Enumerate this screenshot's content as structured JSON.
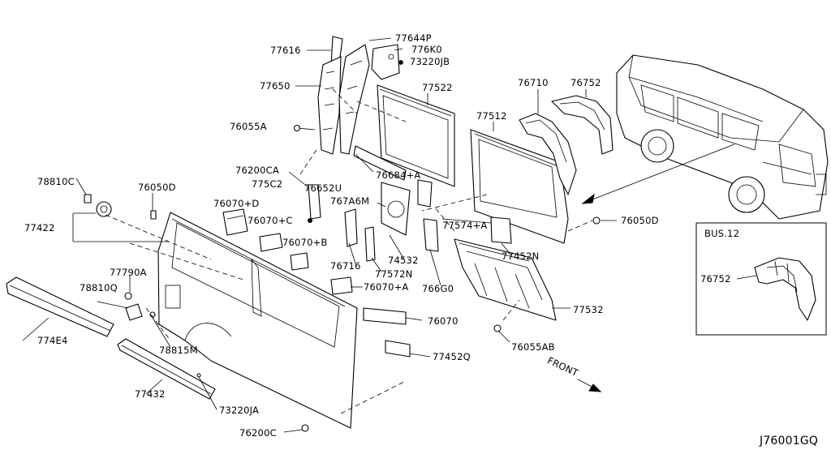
{
  "drawing_code": "J76001GQ",
  "inset_title": "BUS.12",
  "front_label": "FRONT",
  "labels": {
    "p77616": "77616",
    "p77644P": "77644P",
    "p776K0": "776K0",
    "p73220JB": "73220JB",
    "p77650": "77650",
    "p77522": "77522",
    "p76710": "76710",
    "p76752a": "76752",
    "p77512": "77512",
    "p76055A": "76055A",
    "p78810C": "78810C",
    "p76200CA": "76200CA",
    "p76684A": "76684+A",
    "p775C2": "775C2",
    "p76652U": "76652U",
    "p76050D_left": "76050D",
    "p767A6M": "767A6M",
    "p76070D": "76070+D",
    "p77422": "77422",
    "p76070C": "76070+C",
    "p77574A": "77574+A",
    "p76050D_right": "76050D",
    "p76070B": "76070+B",
    "p74532": "74532",
    "p76716": "76716",
    "p77572N": "77572N",
    "p77452N": "77452N",
    "p77790A": "77790A",
    "p766G0": "766G0",
    "p78810Q": "78810Q",
    "p76070A": "76070+A",
    "p77532": "77532",
    "p76752b": "76752",
    "p774E4": "774E4",
    "p76070": "76070",
    "p78815M": "78815M",
    "p76055AB": "76055AB",
    "p77452Q": "77452Q",
    "p77432": "77432",
    "p73220JA": "73220JA",
    "p76200C": "76200C"
  }
}
